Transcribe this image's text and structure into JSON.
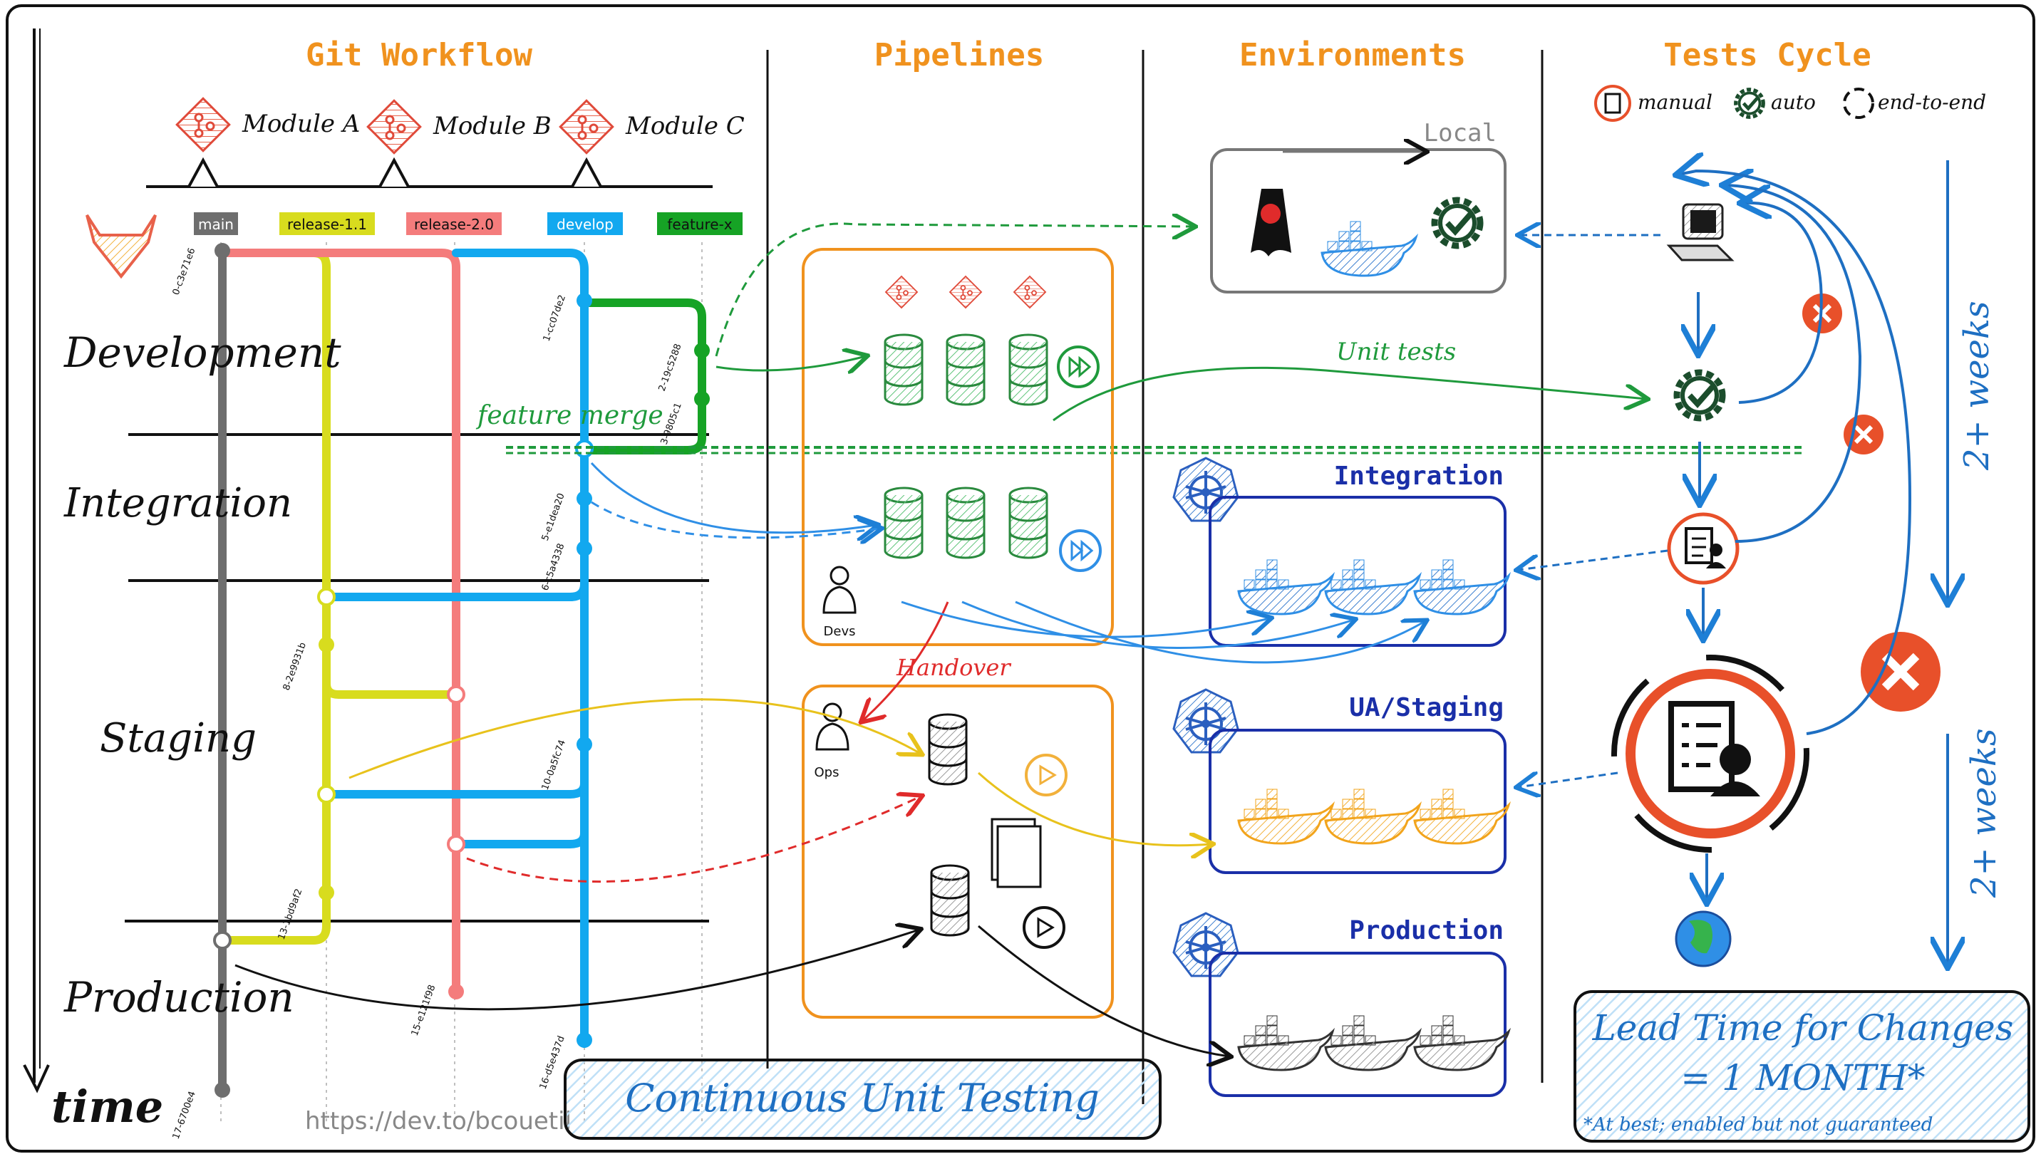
{
  "columns": {
    "git_workflow": "Git Workflow",
    "pipelines": "Pipelines",
    "environments": "Environments",
    "tests_cycle": "Tests Cycle"
  },
  "modules": [
    "Module A",
    "Module B",
    "Module C"
  ],
  "branches": {
    "main": "main",
    "release_11": "release-1.1",
    "release_20": "release-2.0",
    "develop": "develop",
    "feature_x": "feature-x"
  },
  "branch_colors": {
    "main": "#6e6e6e",
    "release_11": "#d8dc1e",
    "release_20": "#f47c7c",
    "develop": "#12a8ef",
    "feature_x": "#16a325"
  },
  "commits": [
    "0-c3e71e6",
    "1-cc07de2",
    "2-19c5288",
    "3-9805c1",
    "5-e1dea20",
    "6-c5a4338",
    "8-2e9931b",
    "10-0a5fc74",
    "13-1bd9af2",
    "15-e121f98",
    "16-d5e437d",
    "17-6700e4"
  ],
  "stages": {
    "development": "Development",
    "integration": "Integration",
    "staging": "Staging",
    "production": "Production",
    "time": "time"
  },
  "annotations": {
    "feature_merge": "feature merge",
    "unit_tests": "Unit tests",
    "handover": "Handover",
    "devs": "Devs",
    "ops": "Ops",
    "url": "https://dev.to/bcouetil"
  },
  "environments": {
    "local": "Local",
    "integration": "Integration",
    "staging": "UA/Staging",
    "production": "Production"
  },
  "tests_legend": {
    "manual": "manual",
    "auto": "auto",
    "e2e": "end-to-end"
  },
  "durations": {
    "first": "2+ weeks",
    "second": "2+ weeks"
  },
  "banners": {
    "continuous": "Continuous Unit Testing",
    "lead_time_line1": "Lead Time for Changes",
    "lead_time_line2": "= 1 MONTH*",
    "lead_time_note": "*At best; enabled but not guaranteed"
  },
  "colors": {
    "heading": "#f0921e",
    "env_blue": "#1a2fa8",
    "tests_blue": "#1e6fc2",
    "green": "#1f9a3c",
    "red": "#e44a2a"
  }
}
